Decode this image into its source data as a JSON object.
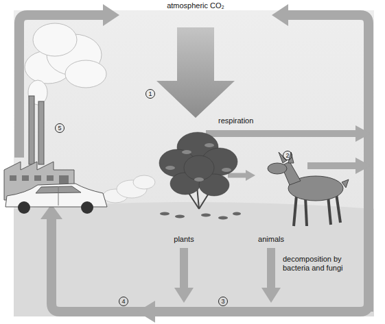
{
  "diagram": {
    "labels": [
      "atmospheric CO₂",
      "1",
      "5",
      "respiration",
      "2",
      "plants",
      "animals",
      "decomposition by bacteria and fungi",
      "4",
      "3"
    ]
  }
}
